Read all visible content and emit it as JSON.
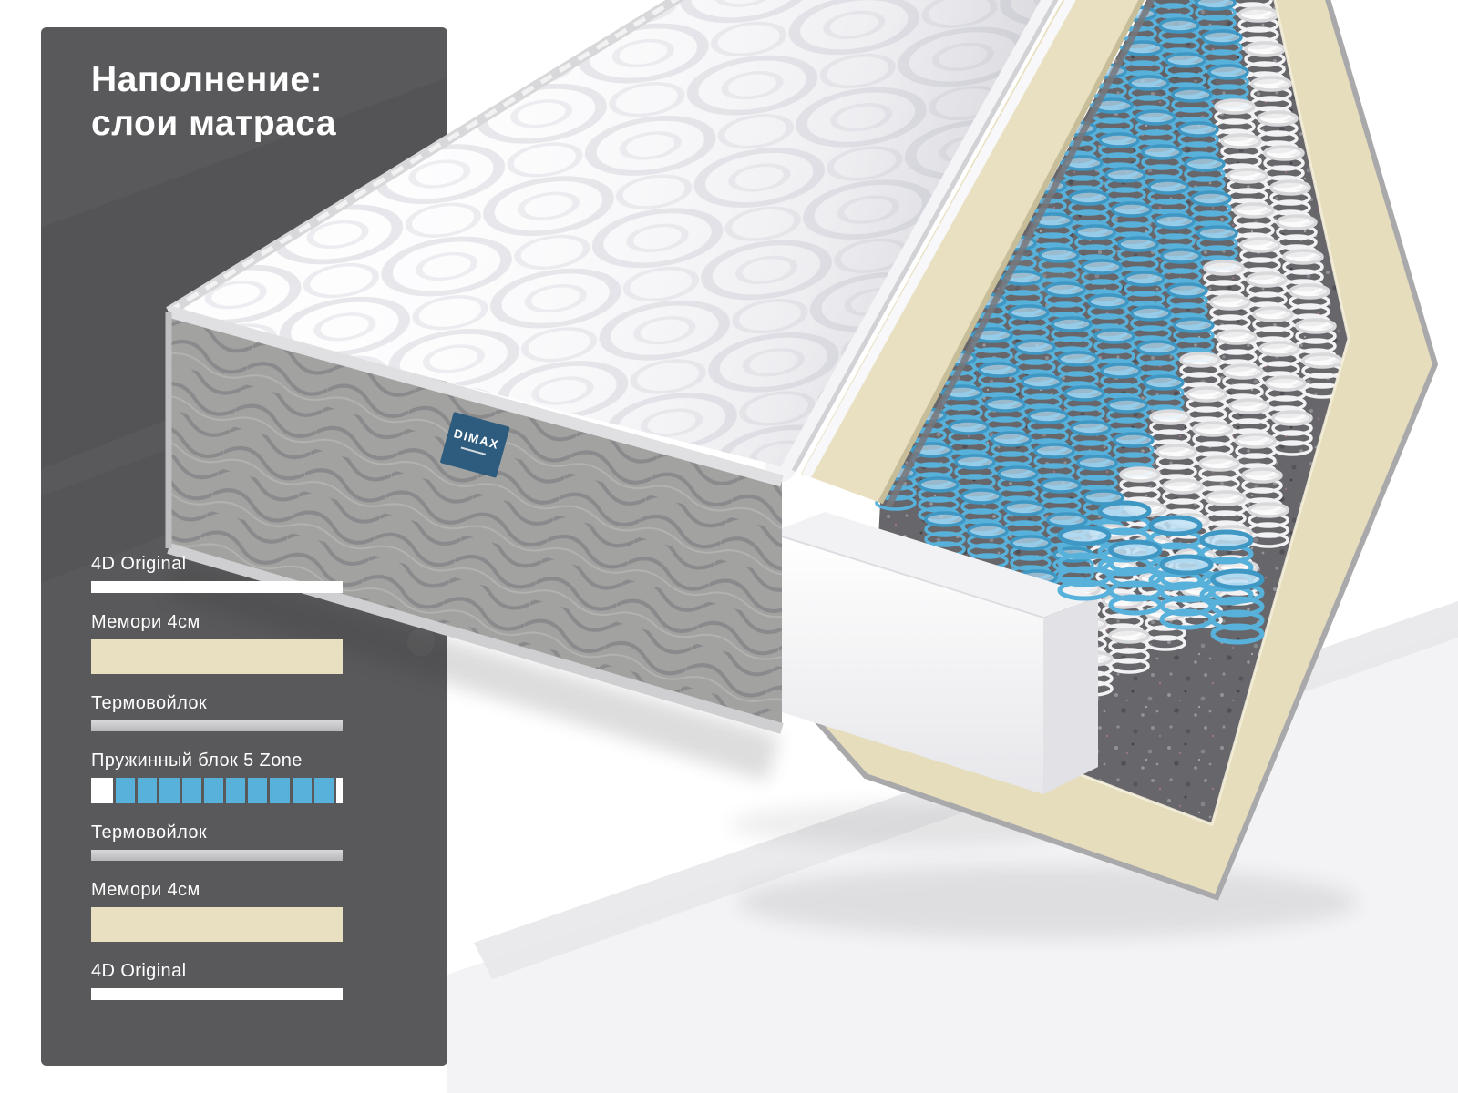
{
  "title": {
    "line1": "Наполнение:",
    "line2": "слои матраса"
  },
  "brand": {
    "name": "DIMAX"
  },
  "legend": {
    "items": [
      {
        "label": "4D Original",
        "type": "thin-white"
      },
      {
        "label": "Мемори 4см",
        "type": "thick-beige"
      },
      {
        "label": "Термовойлок",
        "type": "thin-gray"
      },
      {
        "label": "Пружинный блок 5 Zone",
        "type": "springs"
      },
      {
        "label": "Термовойлок",
        "type": "thin-gray"
      },
      {
        "label": "Мемори 4см",
        "type": "thick-beige"
      },
      {
        "label": "4D Original",
        "type": "thin-white"
      }
    ],
    "springs_swatch": {
      "leading_blocks": 1,
      "blue_blocks": 10,
      "trailing_sliver": 1
    }
  },
  "colors": {
    "page_bg": "#ffffff",
    "panel_bg": "#59595b",
    "title_text": "#ffffff",
    "label_text": "#ffffff",
    "beige": "#e8e0c1",
    "gray_layer": "#b7b7b9",
    "spring_blue": "#57b1da",
    "brand_blue": "#2d5c7e",
    "felt_gray": "#67676b",
    "quilt_white": "#fdfdfe",
    "side_gray": "#a2a2a0",
    "rim_beige": "#e6ddbd"
  }
}
